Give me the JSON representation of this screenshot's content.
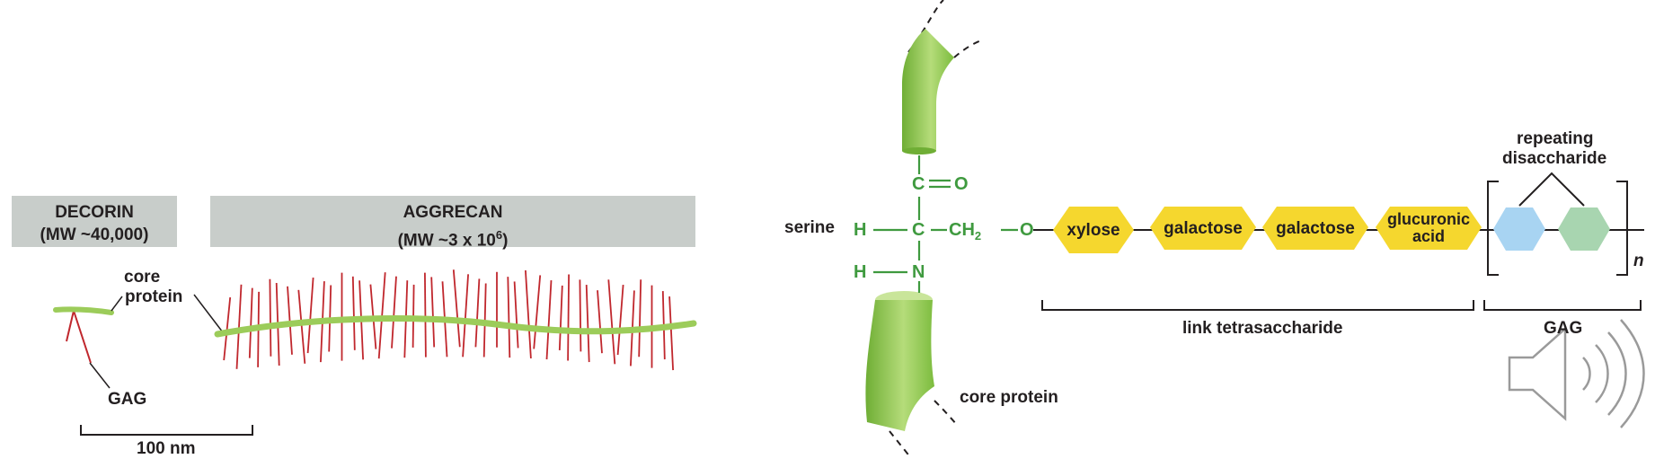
{
  "left_panel": {
    "decorin": {
      "title": "DECORIN",
      "mw": "(MW ~40,000)"
    },
    "aggrecan": {
      "title": "AGGRECAN",
      "mw_prefix": "(MW ~3 x 10",
      "mw_exp": "6",
      "mw_suffix": ")"
    },
    "core_protein_label_1": "core",
    "core_protein_label_2": "protein",
    "gag_label": "GAG",
    "scale_label": "100 nm"
  },
  "right_panel": {
    "serine_label": "serine",
    "atoms": {
      "c_top": "C",
      "o_top": "O",
      "h_left": "H",
      "c_center": "C",
      "ch2": "CH",
      "ch2_sub": "2",
      "o_link": "O",
      "h_bottom": "H",
      "n_bottom": "N"
    },
    "sugars": [
      "xylose",
      "galactose",
      "galactose",
      "glucuronic acid"
    ],
    "repeating_label_1": "repeating",
    "repeating_label_2": "disaccharide",
    "n_label": "n",
    "link_label": "link tetrasaccharide",
    "gag_label": "GAG",
    "core_protein_label": "core protein"
  },
  "colors": {
    "header_bg": "#c8cdca",
    "protein_green": "#9ccc5a",
    "gag_red": "#c0272d",
    "chem_green": "#3f9a3f",
    "sugar_yellow": "#f5d72e",
    "sugar_blue": "#a8d4f2",
    "sugar_green": "#a8d5b0"
  },
  "icons": {
    "speaker": "speaker-icon"
  }
}
